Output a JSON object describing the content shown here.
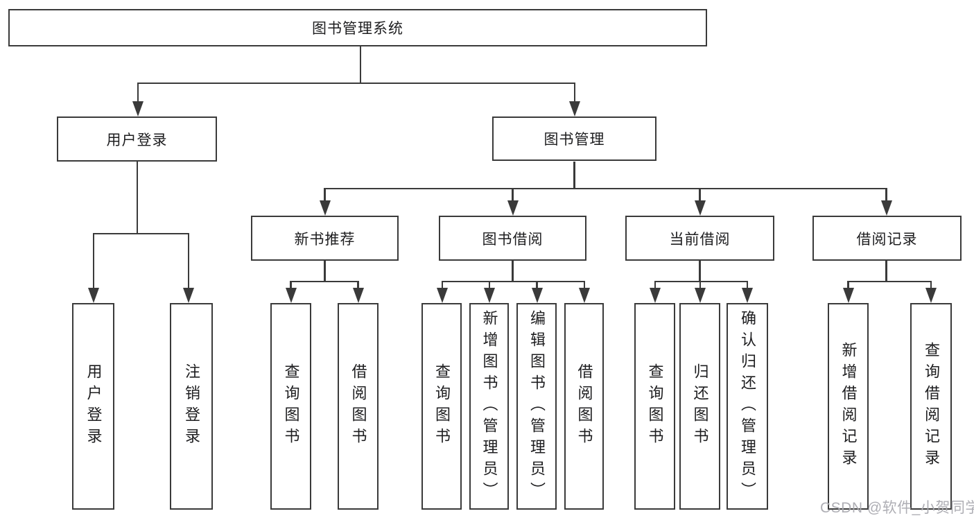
{
  "diagram": {
    "title": "图书管理系统",
    "tree": {
      "label": "图书管理系统",
      "children": [
        {
          "label": "用户登录",
          "children": [
            {
              "label": "用户登录"
            },
            {
              "label": "注销登录"
            }
          ]
        },
        {
          "label": "图书管理",
          "children": [
            {
              "label": "新书推荐",
              "children": [
                {
                  "label": "查询图书"
                },
                {
                  "label": "借阅图书"
                }
              ]
            },
            {
              "label": "图书借阅",
              "children": [
                {
                  "label": "查询图书"
                },
                {
                  "label": "新增图书（管理员）"
                },
                {
                  "label": "编辑图书（管理员）"
                },
                {
                  "label": "借阅图书"
                }
              ]
            },
            {
              "label": "当前借阅",
              "children": [
                {
                  "label": "查询图书"
                },
                {
                  "label": "归还图书"
                },
                {
                  "label": "确认归还（管理员）"
                }
              ]
            },
            {
              "label": "借阅记录",
              "children": [
                {
                  "label": "新增借阅记录"
                },
                {
                  "label": "查询借阅记录"
                }
              ]
            }
          ]
        }
      ]
    },
    "colors": {
      "line": "#3a3a3a",
      "text": "#1d1d1f",
      "background": "#ffffff",
      "watermark": "#aaaab0"
    },
    "watermark": {
      "text": "CSDN @软件_小贺同学"
    }
  }
}
